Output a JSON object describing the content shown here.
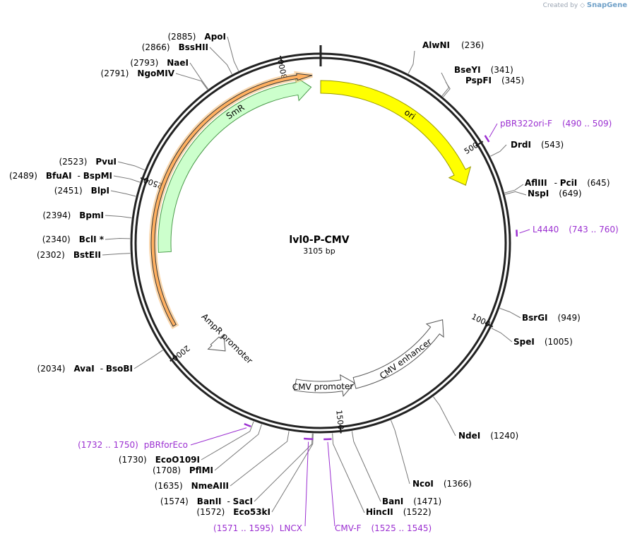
{
  "brand": {
    "prefix": "Created by",
    "name": "SnapGene"
  },
  "plasmid": {
    "name": "lvl0-P-CMV",
    "length_label": "3105 bp",
    "length": 3105
  },
  "ticks": [
    {
      "pos": 500,
      "label": "500"
    },
    {
      "pos": 1000,
      "label": "1000"
    },
    {
      "pos": 1500,
      "label": "1500"
    },
    {
      "pos": 2000,
      "label": "2000"
    },
    {
      "pos": 2500,
      "label": "2500"
    },
    {
      "pos": 3000,
      "label": "3000"
    }
  ],
  "features": [
    {
      "name": "ori",
      "label": "ori",
      "start": 0,
      "end": 589,
      "direction": "cw",
      "fill": "#ffff00",
      "stroke": "#9a9a00",
      "track": 0
    },
    {
      "name": "cmv-enhancer",
      "label": "CMV enhancer",
      "start": 1054,
      "end": 1435,
      "direction": "ccw",
      "fill": "#ffffff",
      "stroke": "#555555",
      "track": 0
    },
    {
      "name": "cmv-promoter",
      "label": "CMV promoter",
      "start": 1435,
      "end": 1640,
      "direction": "ccw",
      "fill": "#ffffff",
      "stroke": "#555555",
      "track": 0
    },
    {
      "name": "ampr-promoter",
      "label": "AmpR promoter",
      "start": 1910,
      "end": 1960,
      "direction": "ccw",
      "fill": "#ffffff",
      "stroke": "#555555",
      "track": 0
    },
    {
      "name": "smr",
      "label": "SmR",
      "start": 2300,
      "end": 3075,
      "direction": "cw",
      "fill": "#ccffcc",
      "stroke": "#4a9a4a",
      "track": 1
    },
    {
      "name": "orf",
      "label": "",
      "start": 2075,
      "end": 3080,
      "direction": "cw",
      "fill": "#ffb060",
      "stroke": "#333333",
      "track": 2
    }
  ],
  "sites": [
    {
      "name": "AlwNI",
      "pos_label": "(236)",
      "side": "right"
    },
    {
      "name": "BseYI",
      "pos_label": "(341)",
      "side": "right"
    },
    {
      "name": "PspFI",
      "pos_label": "(345)",
      "side": "right"
    },
    {
      "name": "DrdI",
      "pos_label": "(543)",
      "side": "right"
    },
    {
      "name": "AflIII",
      "extra": "PciI",
      "pos_label": "(645)",
      "side": "right"
    },
    {
      "name": "NspI",
      "pos_label": "(649)",
      "side": "right"
    },
    {
      "name": "BsrGI",
      "pos_label": "(949)",
      "side": "right"
    },
    {
      "name": "SpeI",
      "pos_label": "(1005)",
      "side": "right"
    },
    {
      "name": "NdeI",
      "pos_label": "(1240)",
      "side": "right"
    },
    {
      "name": "NcoI",
      "pos_label": "(1366)",
      "side": "right"
    },
    {
      "name": "BanI",
      "pos_label": "(1471)",
      "side": "right"
    },
    {
      "name": "HincII",
      "pos_label": "(1522)",
      "side": "right"
    },
    {
      "name": "Eco53kI",
      "pos_label": "(1572)",
      "side": "left"
    },
    {
      "name": "BanII",
      "extra": "SacI",
      "pos_label": "(1574)",
      "side": "left"
    },
    {
      "name": "NmeAIII",
      "pos_label": "(1635)",
      "side": "left"
    },
    {
      "name": "PflMI",
      "pos_label": "(1708)",
      "side": "left"
    },
    {
      "name": "EcoO109I",
      "pos_label": "(1730)",
      "side": "left"
    },
    {
      "name": "AvaI",
      "extra": "BsoBI",
      "pos_label": "(2034)",
      "side": "left"
    },
    {
      "name": "BstEII",
      "pos_label": "(2302)",
      "side": "left"
    },
    {
      "name": "BclI *",
      "pos_label": "(2340)",
      "side": "left"
    },
    {
      "name": "BpmI",
      "pos_label": "(2394)",
      "side": "left"
    },
    {
      "name": "BlpI",
      "pos_label": "(2451)",
      "side": "left"
    },
    {
      "name": "BfuAI",
      "extra": "BspMI",
      "pos_label": "(2489)",
      "side": "left"
    },
    {
      "name": "PvuI",
      "pos_label": "(2523)",
      "side": "left"
    },
    {
      "name": "NgoMIV",
      "pos_label": "(2791)",
      "side": "left"
    },
    {
      "name": "NaeI",
      "pos_label": "(2793)",
      "side": "left"
    },
    {
      "name": "BssHII",
      "pos_label": "(2866)",
      "side": "left"
    },
    {
      "name": "ApoI",
      "pos_label": "(2885)",
      "side": "left"
    }
  ],
  "primers": [
    {
      "name": "pBR322ori-F",
      "range": "(490 .. 509)"
    },
    {
      "name": "L4440",
      "range": "(743 .. 760)"
    },
    {
      "name": "CMV-F",
      "range": "(1525 .. 1545)"
    },
    {
      "name": "LNCX",
      "range": "(1571 .. 1595)"
    },
    {
      "name": "pBRforEco",
      "range": "(1732 .. 1750)"
    }
  ],
  "colors": {
    "backbone": "#222222",
    "primer": "#9b2fd1",
    "leader": "#777777",
    "primer_leader": "#9b2fd1"
  }
}
